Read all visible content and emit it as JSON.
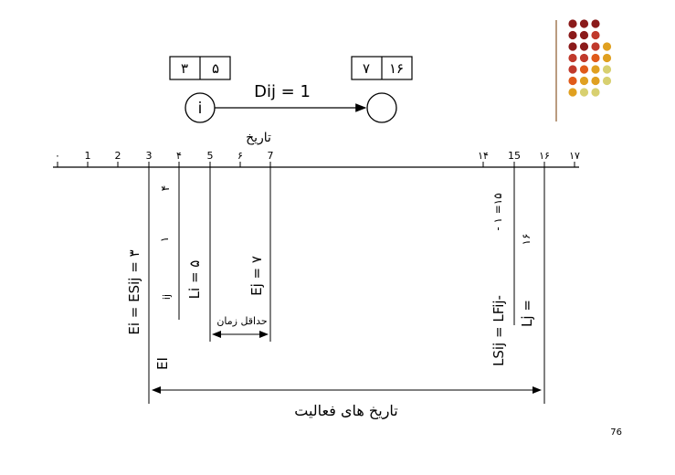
{
  "node_i": {
    "label": "i",
    "box_left": "۳",
    "box_right": "۵"
  },
  "node_j": {
    "label": "",
    "box_left": "۷",
    "box_right": "۱۶"
  },
  "duration_label": "Dij = 1",
  "axis_title": "تاریخ",
  "axis_ticks": [
    "۰",
    "1",
    "2",
    "3",
    "۴",
    "5",
    "۶",
    "7",
    "۱۴",
    "15",
    "۱۶",
    "۱۷"
  ],
  "labels": {
    "ei": "Ei = ESij = ۳",
    "ei_bottom": "EI",
    "ij_small": "ij",
    "four": "۴",
    "one_small": "۱",
    "li": "Li = ۵",
    "ej": "Ej = ۷",
    "min_time": "حداقل زمان",
    "ls": "LSij = LFij-",
    "ls_extra": "- ۱ =۱۵",
    "lj": "Lj =",
    "lj_val": "۱۶",
    "activity_dates": "تاریخ های فعالیت"
  },
  "page_number": "76",
  "dots": {
    "colors": [
      "#8b1a1a",
      "#c0392b",
      "#e05a1a",
      "#e0a020",
      "#d8d070"
    ],
    "rows": [
      [
        0,
        0,
        0
      ],
      [
        0,
        0,
        1
      ],
      [
        0,
        0,
        1,
        3
      ],
      [
        1,
        1,
        2,
        3
      ],
      [
        1,
        2,
        3,
        4
      ],
      [
        2,
        3,
        3,
        4
      ],
      [
        3,
        4,
        4
      ]
    ]
  }
}
